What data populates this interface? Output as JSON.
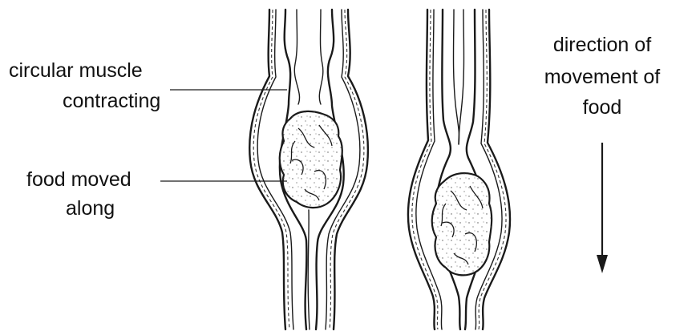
{
  "labels": {
    "circular_muscle_line1": "circular muscle",
    "circular_muscle_line2": "contracting",
    "food_moved_line1": "food moved",
    "food_moved_line2": "along",
    "direction_line1": "direction of",
    "direction_line2": "movement of",
    "direction_line3": "food"
  },
  "colors": {
    "ink": "#1a1a1a",
    "background": "#ffffff"
  }
}
